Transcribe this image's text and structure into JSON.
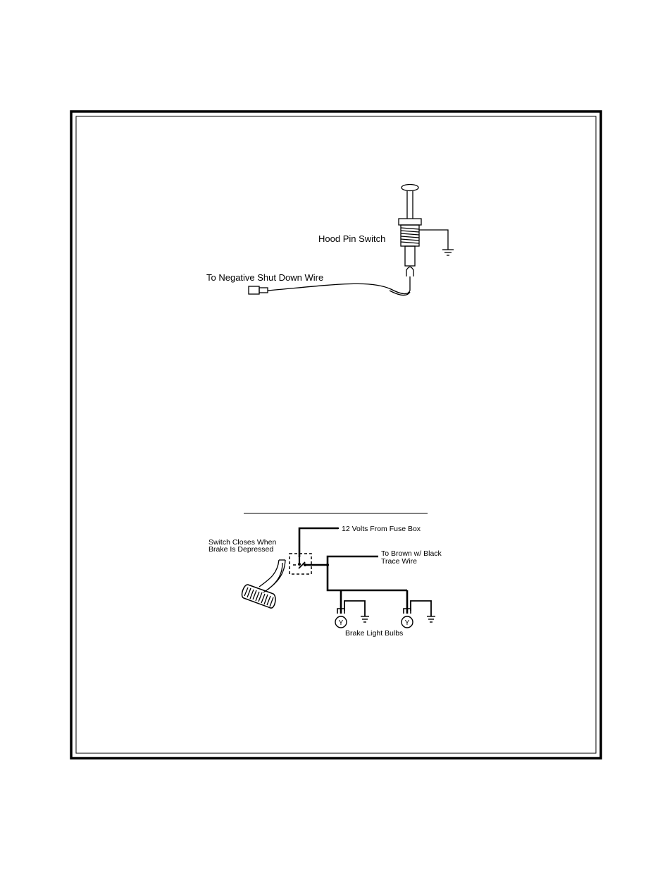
{
  "hood_pin_diagram": {
    "switch_label": "Hood Pin Switch",
    "wire_label": "To Negative Shut Down Wire"
  },
  "brake_switch_diagram": {
    "supply_label": "12 Volts From Fuse Box",
    "switch_label_line1": "Switch Closes When",
    "switch_label_line2": "Brake Is Depressed",
    "output_label_line1": "To Brown w/ Black",
    "output_label_line2": "Trace Wire",
    "bulbs_label": "Brake Light Bulbs",
    "bulb_glyph": "Y"
  }
}
